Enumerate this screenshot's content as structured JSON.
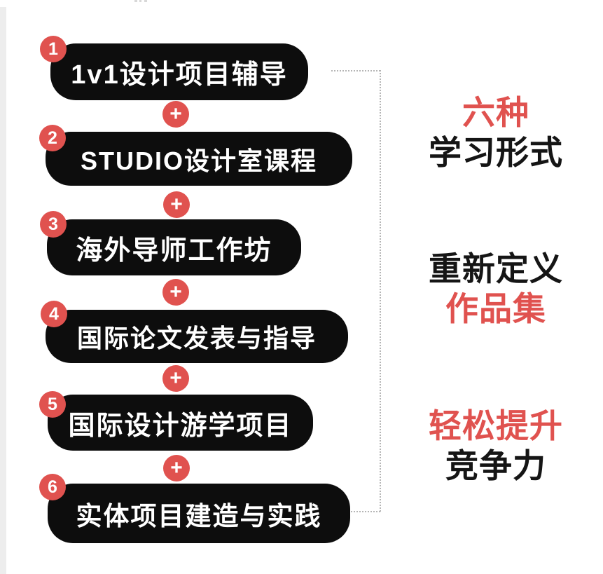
{
  "colors": {
    "red": "#e0524f",
    "pill": "#0d0d0d",
    "white": "#ffffff",
    "dash": "#b5b5b5",
    "ink": "#151515",
    "strip": "#ededed"
  },
  "plus_symbol": "+",
  "steps": [
    {
      "number": "1",
      "label": "1v1设计项目辅导"
    },
    {
      "number": "2",
      "label": "STUDIO设计室课程"
    },
    {
      "number": "3",
      "label": "海外导师工作坊"
    },
    {
      "number": "4",
      "label": "国际论文发表与指导"
    },
    {
      "number": "5",
      "label": "国际设计游学项目"
    },
    {
      "number": "6",
      "label": "实体项目建造与实践"
    }
  ],
  "captions": [
    {
      "lines": [
        {
          "text": "六种",
          "color": "#e0524f"
        },
        {
          "text": "学习形式",
          "color": "#151515"
        }
      ]
    },
    {
      "lines": [
        {
          "text": "重新定义",
          "color": "#151515"
        },
        {
          "text": "作品集",
          "color": "#e0524f"
        }
      ]
    },
    {
      "lines": [
        {
          "text": "轻松提升",
          "color": "#e0524f"
        },
        {
          "text": "竞争力",
          "color": "#151515"
        }
      ]
    }
  ]
}
